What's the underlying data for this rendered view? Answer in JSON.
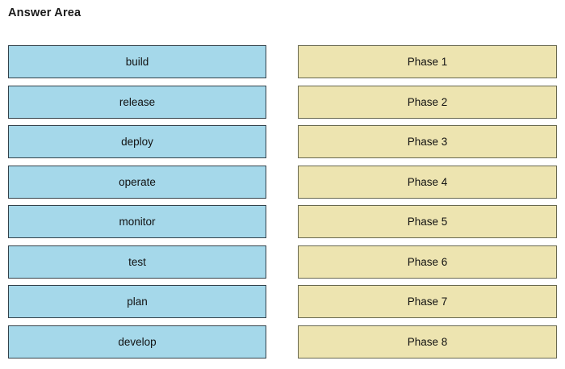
{
  "title": "Answer Area",
  "colors": {
    "background": "#ffffff",
    "option_fill": "#a5d8ea",
    "option_border": "#33424b",
    "target_fill": "#ede4b0",
    "target_border": "#68684f",
    "text": "#111111"
  },
  "options": [
    "build",
    "release",
    "deploy",
    "operate",
    "monitor",
    "test",
    "plan",
    "develop"
  ],
  "phases": [
    "Phase 1",
    "Phase 2",
    "Phase 3",
    "Phase 4",
    "Phase 5",
    "Phase 6",
    "Phase 7",
    "Phase 8"
  ]
}
